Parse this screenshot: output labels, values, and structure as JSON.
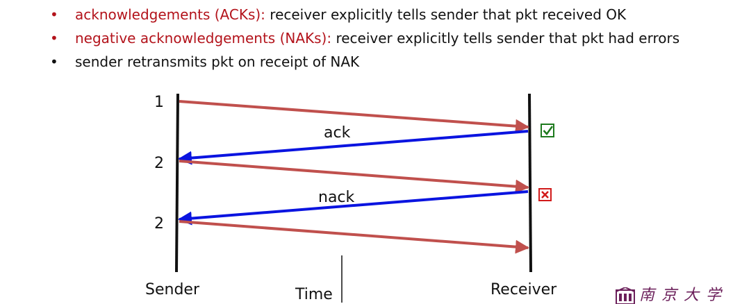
{
  "bullets": [
    {
      "term": "acknowledgements (ACKs):",
      "rest": " receiver explicitly tells sender that pkt received OK"
    },
    {
      "term": "negative acknowledgements (NAKs):",
      "rest": " receiver explicitly tells sender that pkt had errors"
    },
    {
      "term": "",
      "rest": "sender retransmits pkt on receipt of NAK"
    }
  ],
  "diagram": {
    "sender_label": "Sender",
    "receiver_label": "Receiver",
    "time_label": "Time",
    "seq_1": "1",
    "seq_2a": "2",
    "seq_2b": "2",
    "ack_label": "ack",
    "nack_label": "nack",
    "check_icon": "check-box-icon",
    "error_icon": "x-box-icon"
  },
  "colors": {
    "data_arrow": "#c0504d",
    "ack_arrow": "#0a14e0",
    "check": "#1d7a1d",
    "error": "#d11a1a",
    "bullet_red": "#b3131b"
  },
  "logo": {
    "icon": "university-crest-icon",
    "text": "南京大学"
  }
}
